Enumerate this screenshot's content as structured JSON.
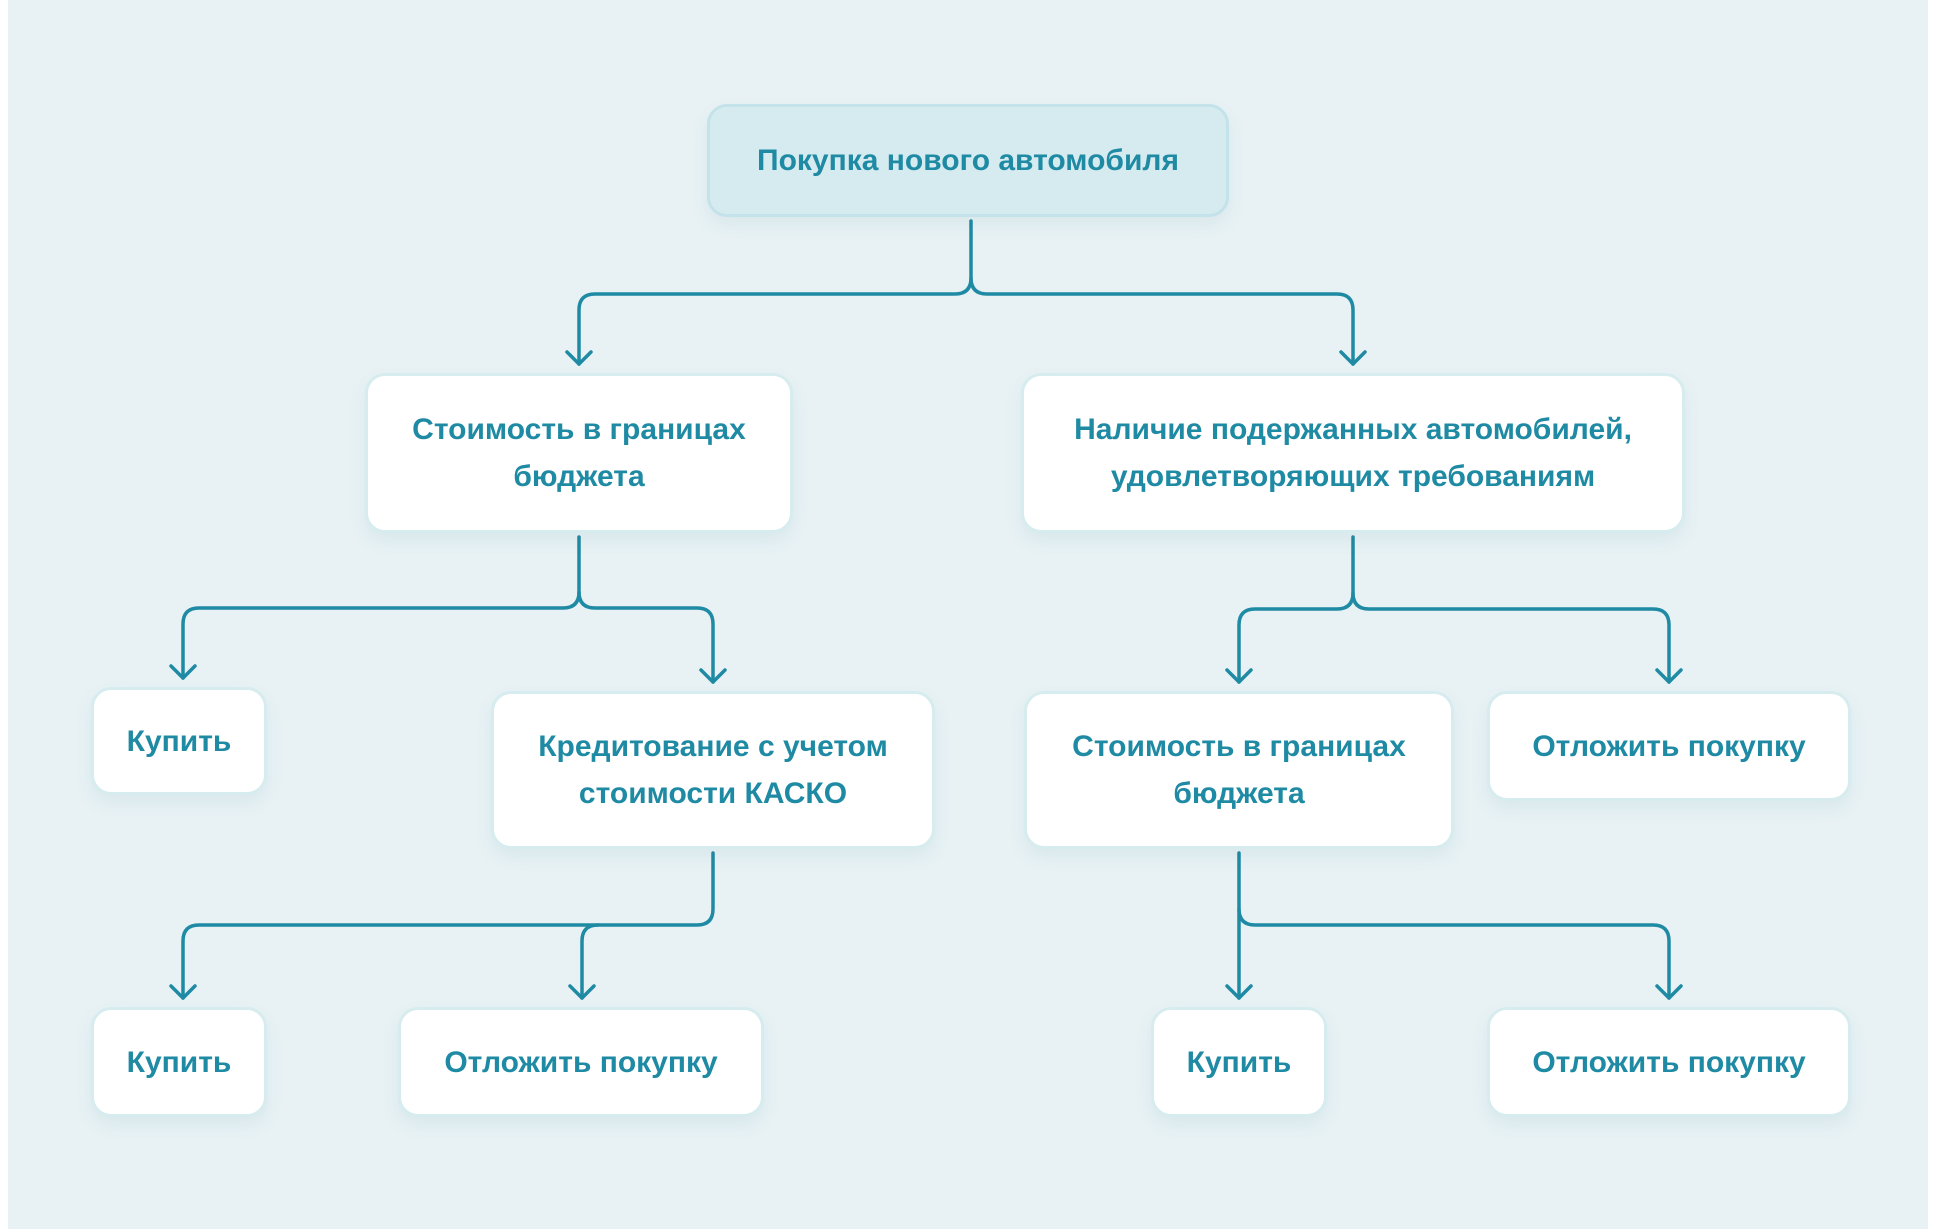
{
  "diagram": {
    "colors": {
      "background": "#e8f2f5",
      "node_fill": "#ffffff",
      "root_fill": "#d6ebf0",
      "accent": "#1f8aa3",
      "node_border": "#d7ecef"
    },
    "nodes": {
      "root": "Покупка нового автомобиля",
      "budget_left": "Стоимость в границах бюджета",
      "used_cars": "Наличие подержанных автомобилей, удовлетворяющих требованиям",
      "buy_1": "Купить",
      "credit": "Кредитование с учетом стоимости КАСКО",
      "budget_right": "Стоимость в границах бюджета",
      "postpone_1": "Отложить покупку",
      "buy_2": "Купить",
      "postpone_2": "Отложить покупку",
      "buy_3": "Купить",
      "postpone_3": "Отложить покупку"
    },
    "edges": [
      {
        "from": "root",
        "to": "budget_left"
      },
      {
        "from": "root",
        "to": "used_cars"
      },
      {
        "from": "budget_left",
        "to": "buy_1"
      },
      {
        "from": "budget_left",
        "to": "credit"
      },
      {
        "from": "used_cars",
        "to": "budget_right"
      },
      {
        "from": "used_cars",
        "to": "postpone_1"
      },
      {
        "from": "credit",
        "to": "buy_2"
      },
      {
        "from": "credit",
        "to": "postpone_2"
      },
      {
        "from": "budget_right",
        "to": "buy_3"
      },
      {
        "from": "budget_right",
        "to": "postpone_3"
      }
    ]
  }
}
